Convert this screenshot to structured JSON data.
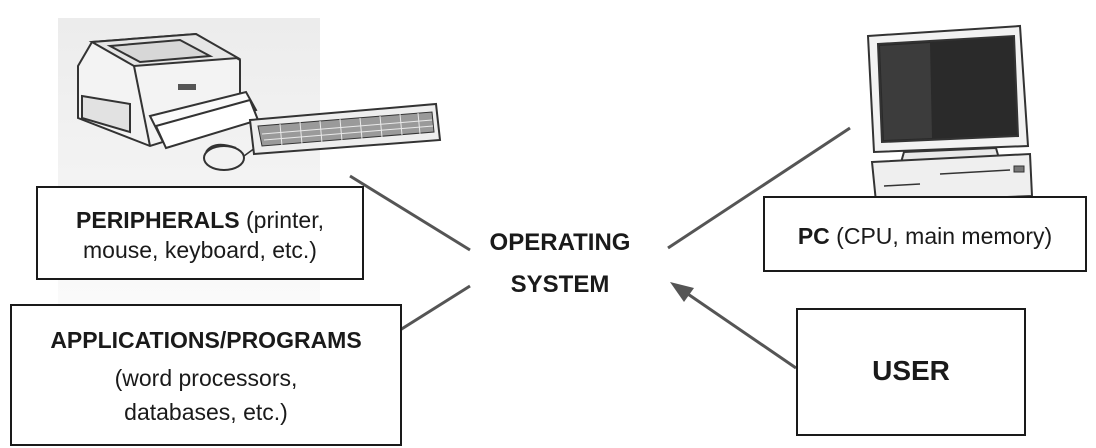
{
  "center": {
    "line1": "OPERATING",
    "line2": "SYSTEM"
  },
  "peripherals": {
    "title": "PERIPHERALS",
    "line1_rest": " (printer,",
    "line2": "mouse, keyboard, etc.)"
  },
  "applications": {
    "title": "APPLICATIONS/PROGRAMS",
    "line2": "(word processors,",
    "line3": "databases, etc.)"
  },
  "pc": {
    "title": "PC",
    "rest": " (CPU, main memory)"
  },
  "user": {
    "label": "USER"
  },
  "illustrations": {
    "left": "printer-keyboard-mouse-illustration",
    "right": "desktop-computer-illustration"
  },
  "colors": {
    "line": "#555555",
    "ink": "#1a1a1a"
  }
}
